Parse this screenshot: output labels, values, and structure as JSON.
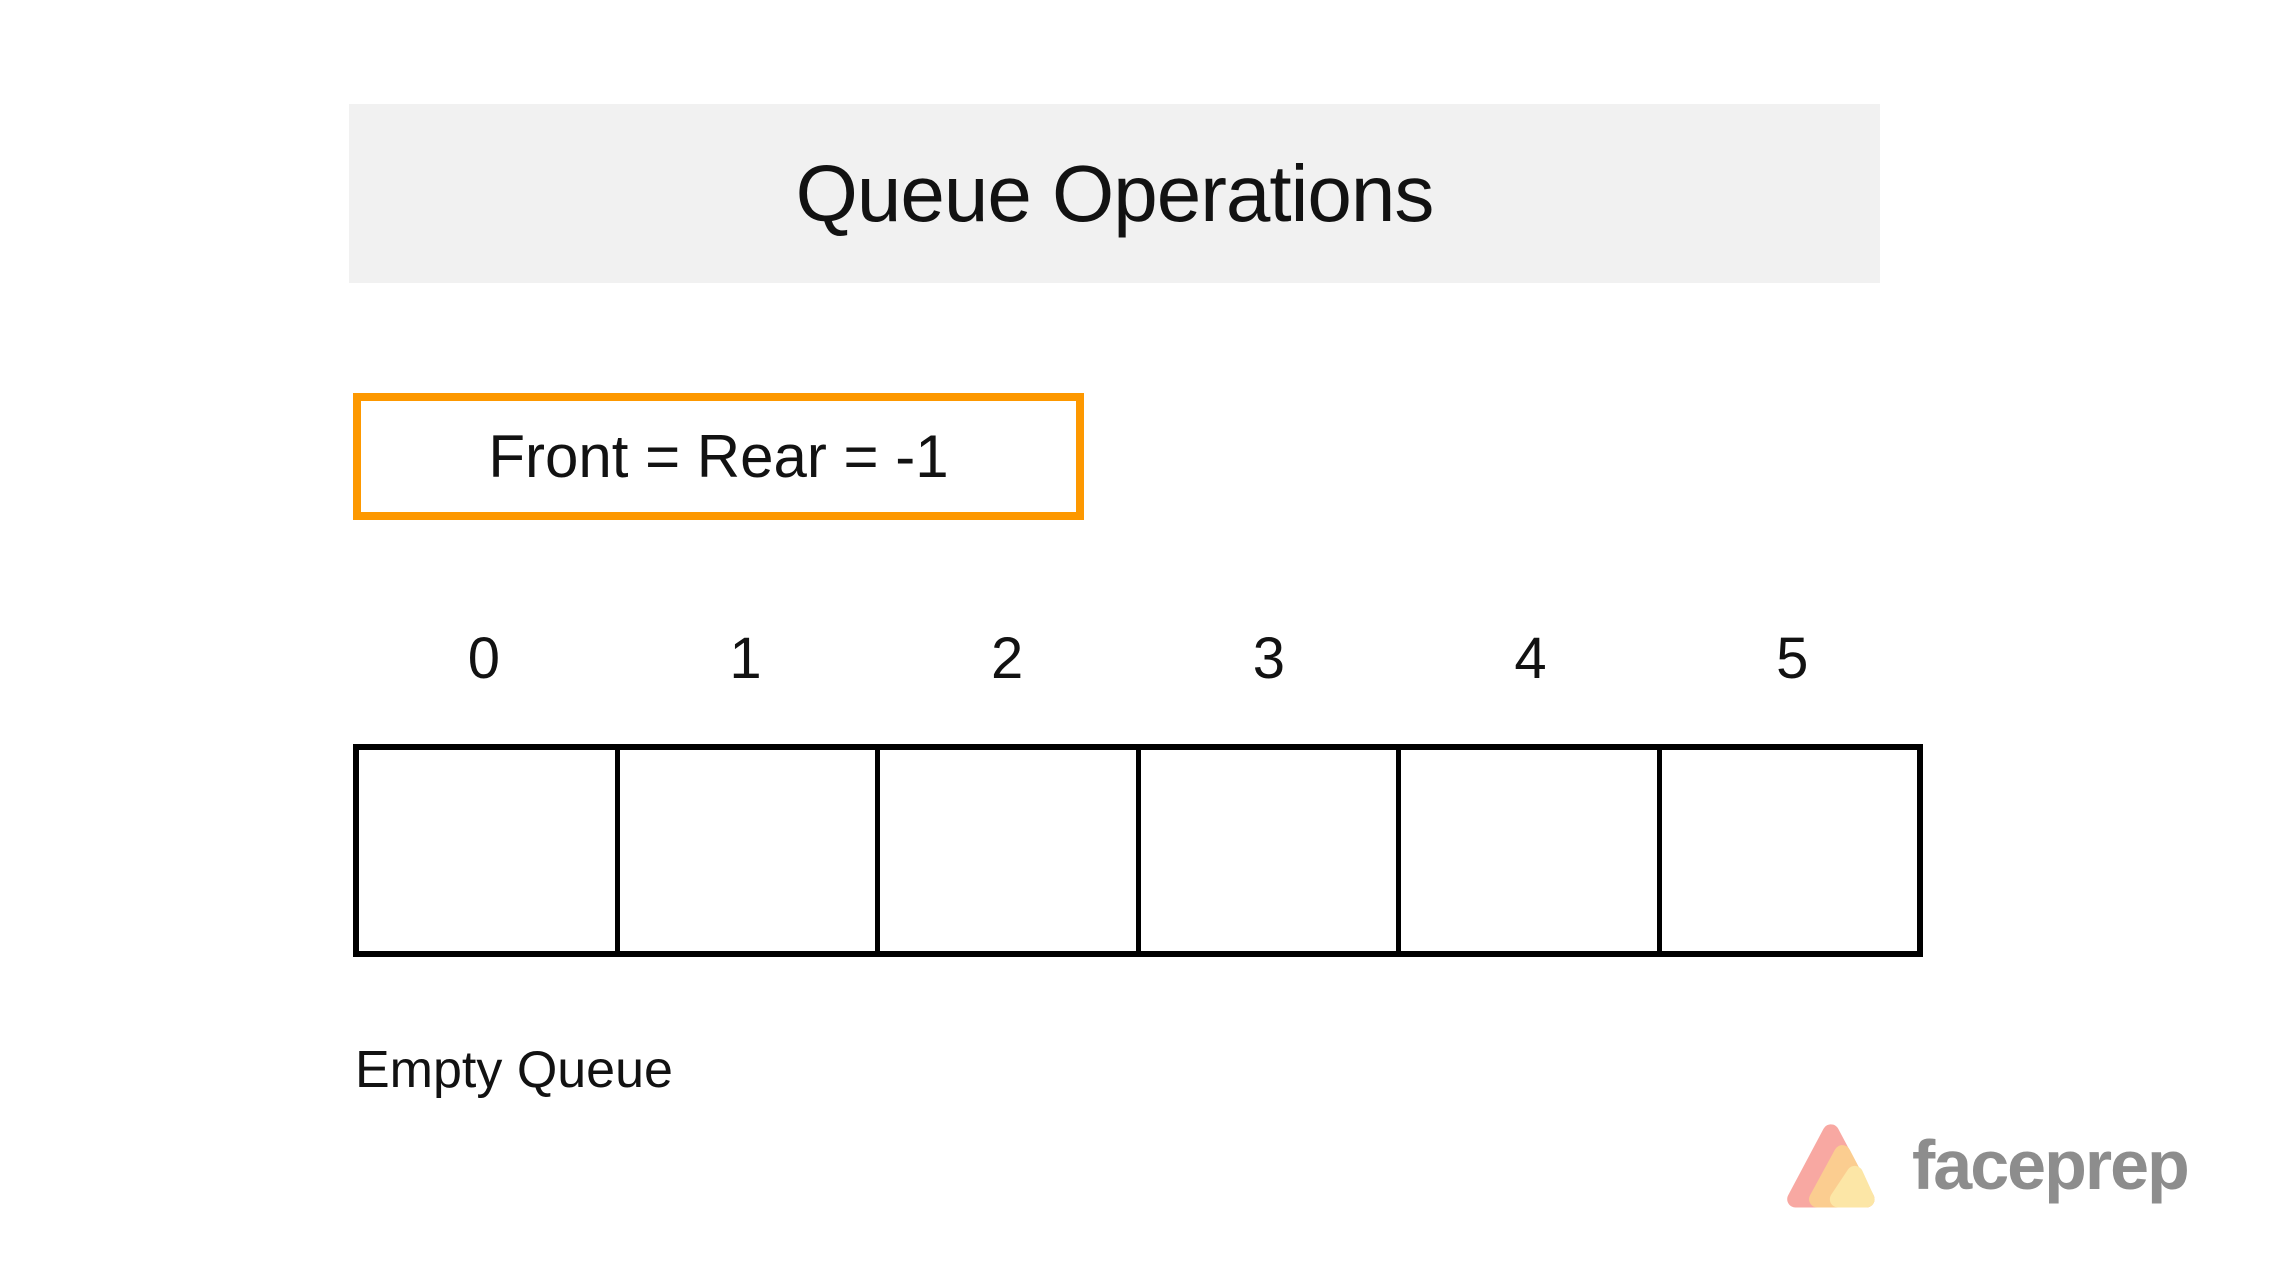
{
  "header": {
    "title": "Queue Operations",
    "bg_color": "#f1f1f1"
  },
  "pointer_box": {
    "label": "Front = Rear = -1",
    "border_color": "#fd9800"
  },
  "queue": {
    "indices": [
      "0",
      "1",
      "2",
      "3",
      "4",
      "5"
    ],
    "cells": [
      "",
      "",
      "",
      "",
      "",
      ""
    ],
    "caption": "Empty Queue"
  },
  "branding": {
    "wordmark": "faceprep",
    "text_color": "#8d8d8d",
    "logo_colors": {
      "pink": "#F8A8A2",
      "peach": "#FBCD90",
      "yellow": "#FCE6A6"
    }
  }
}
